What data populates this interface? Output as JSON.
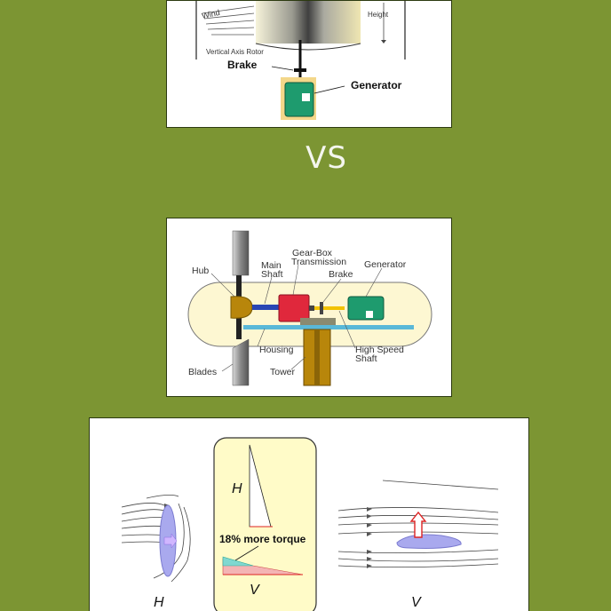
{
  "vs_text": "VS",
  "vertical_axis": {
    "labels": {
      "wind": "Wind",
      "height": "Height",
      "rotor": "Vertical Axis Rotor",
      "brake": "Brake",
      "generator": "Generator"
    }
  },
  "horizontal_axis": {
    "labels": {
      "hub": "Hub",
      "main_shaft_1": "Main",
      "main_shaft_2": "Shaft",
      "gearbox_1": "Gear-Box",
      "gearbox_2": "Transmission",
      "brake": "Brake",
      "generator": "Generator",
      "housing": "Housing",
      "high_speed_1": "High Speed",
      "high_speed_2": "Shaft",
      "blades": "Blades",
      "tower": "Tower"
    }
  },
  "torque_comparison": {
    "left_label": "H",
    "right_label": "V",
    "middle_top_label": "H",
    "middle_bottom_label": "V",
    "torque_text": "18% more torque"
  },
  "colors": {
    "background": "#7c9533",
    "generator": "#1e9b6e",
    "gearbox": "#e0283c",
    "hub": "#b8860b",
    "airfoil": "#a9a9ee",
    "highlight_panel": "#fffbc8"
  }
}
